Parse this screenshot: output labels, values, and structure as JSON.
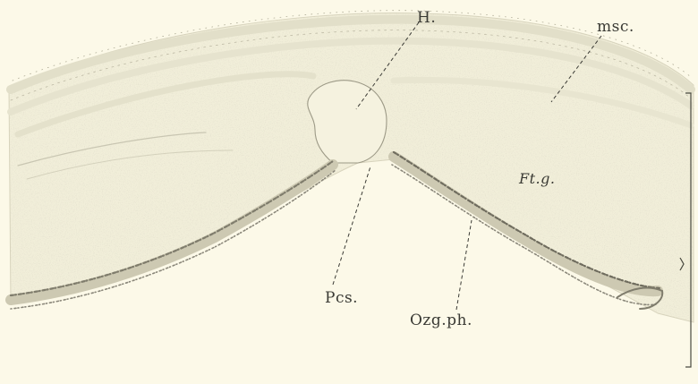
{
  "figure": {
    "labels": {
      "h": "H.",
      "msc": "msc.",
      "ftg": "Ft.g.",
      "pcs": "Pcs.",
      "ozgph": "Ozg.ph."
    },
    "colors": {
      "paper": "#fcf9e8",
      "tissue": "#f1eed9",
      "band": "#e2dfc9",
      "stipple": "#8a877a",
      "ink": "#3a3a34"
    }
  }
}
